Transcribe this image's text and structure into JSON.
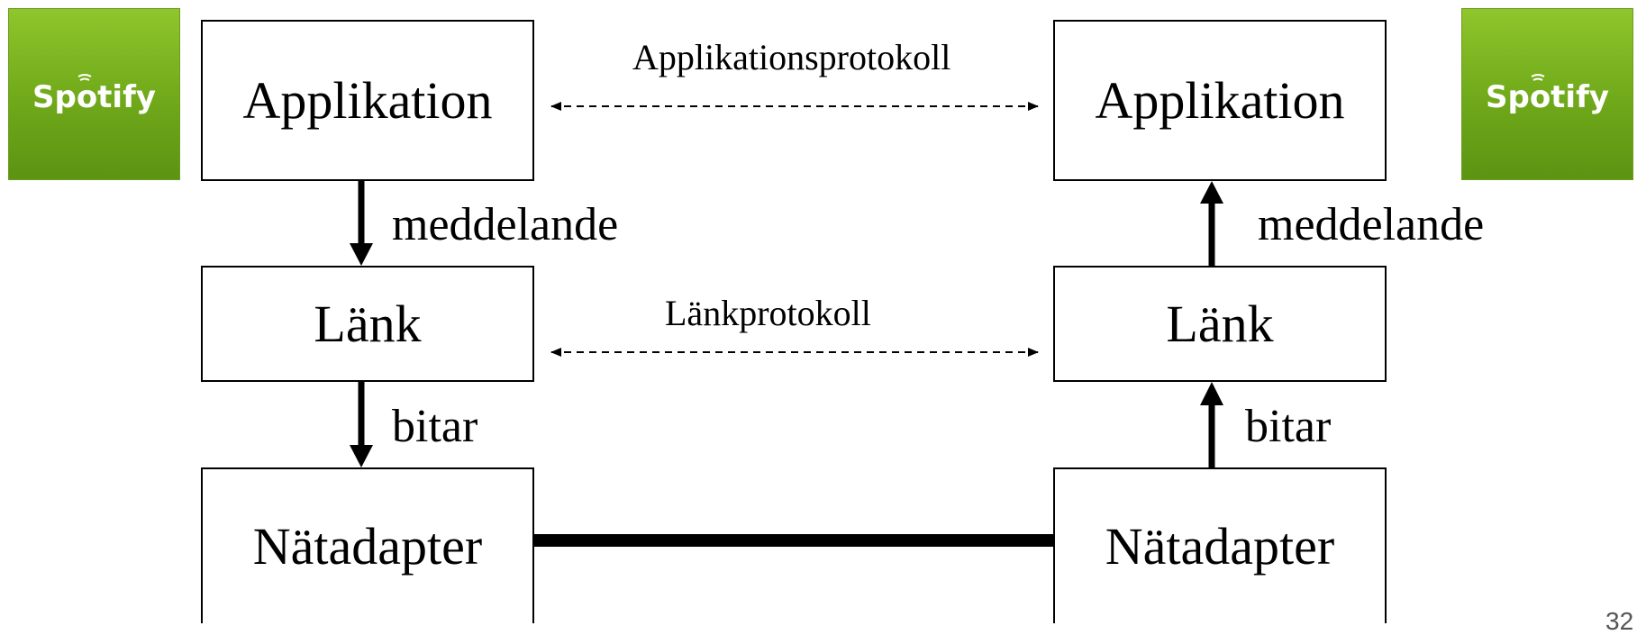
{
  "logos": {
    "left": {
      "text": "Spotify",
      "icon": "spotify-logo"
    },
    "right": {
      "text": "Spotify",
      "icon": "spotify-logo"
    },
    "color": "#7ab623"
  },
  "left_stack": {
    "application": "Applikation",
    "link": "Länk",
    "adapter": "Nätadapter"
  },
  "right_stack": {
    "application": "Applikation",
    "link": "Länk",
    "adapter": "Nätadapter"
  },
  "protocols": {
    "application": "Applikationsprotokoll",
    "link": "Länkprotokoll"
  },
  "flows": {
    "left_top": "meddelande",
    "left_bottom": "bitar",
    "right_top": "meddelande",
    "right_bottom": "bitar"
  },
  "page_number": "32"
}
